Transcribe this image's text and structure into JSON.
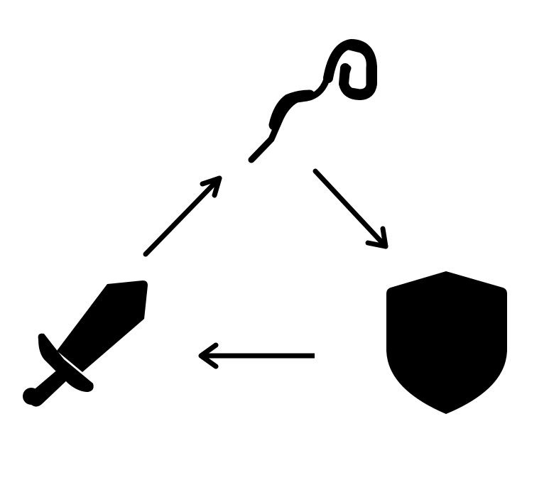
{
  "diagram": {
    "background": "#ffffff",
    "ink": "#000000",
    "nodes": [
      {
        "id": "staff",
        "icon": "wizard-staff-icon",
        "label": ""
      },
      {
        "id": "shield",
        "icon": "shield-icon",
        "label": ""
      },
      {
        "id": "sword",
        "icon": "sword-icon",
        "label": ""
      }
    ],
    "edges": [
      {
        "from": "sword",
        "to": "staff"
      },
      {
        "from": "staff",
        "to": "shield"
      },
      {
        "from": "shield",
        "to": "sword"
      }
    ]
  }
}
